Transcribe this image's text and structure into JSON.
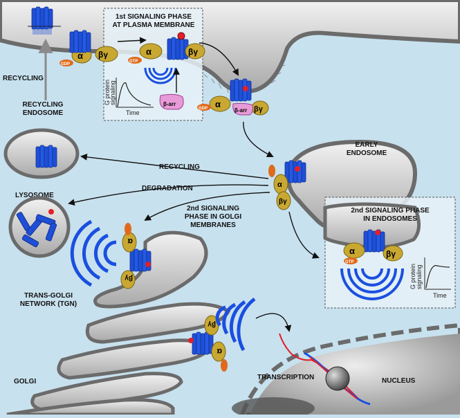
{
  "labels": {
    "phase1_line1": "1st SIGNALING PHASE",
    "phase1_line2": "AT PLASMA MEMBRANE",
    "phase2_endo_line1": "2nd SIGNALING PHASE",
    "phase2_endo_line2": "IN ENDOSOMES",
    "phase2_golgi_line1": "2nd SIGNALING",
    "phase2_golgi_line2": "PHASE IN GOLGI",
    "phase2_golgi_line3": "MEMBRANES",
    "recycling_top": "RECYCLING",
    "recycling_endosome_line1": "RECYCLING",
    "recycling_endosome_line2": "ENDOSOME",
    "recycling_mid": "RECYCLING",
    "degradation": "DEGRADATION",
    "lysosome": "LYSOSOME",
    "early_endosome_line1": "EARLY",
    "early_endosome_line2": "ENDOSOME",
    "tgn_line1": "TRANS-GOLGI",
    "tgn_line2": "NETWORK (TGN)",
    "golgi": "GOLGI",
    "transcription": "TRANSCRIPTION",
    "nucleus": "NUCLEUS"
  },
  "plot_labels": {
    "y_axis_line1": "G protein",
    "y_axis_line2": "signaling",
    "x_axis": "Time"
  },
  "protein_labels": {
    "alpha": "α",
    "betagamma": "βγ",
    "gdp": "GDP",
    "gtp": "GTP",
    "beta_arrestin": "β-arr"
  },
  "colors": {
    "background": "#c8e1ee",
    "membrane": "#6b6b6b",
    "receptor": "#1f4fd6",
    "g_alpha": "#c9a832",
    "gdp_gtp": "#e06a1c",
    "arrestin": "#e79ad8",
    "ligand": "#e0202b",
    "signal_waves": "#1a4fe0"
  },
  "signaling_curves": {
    "plasma_membrane": "transient",
    "endosome": "sustained"
  }
}
